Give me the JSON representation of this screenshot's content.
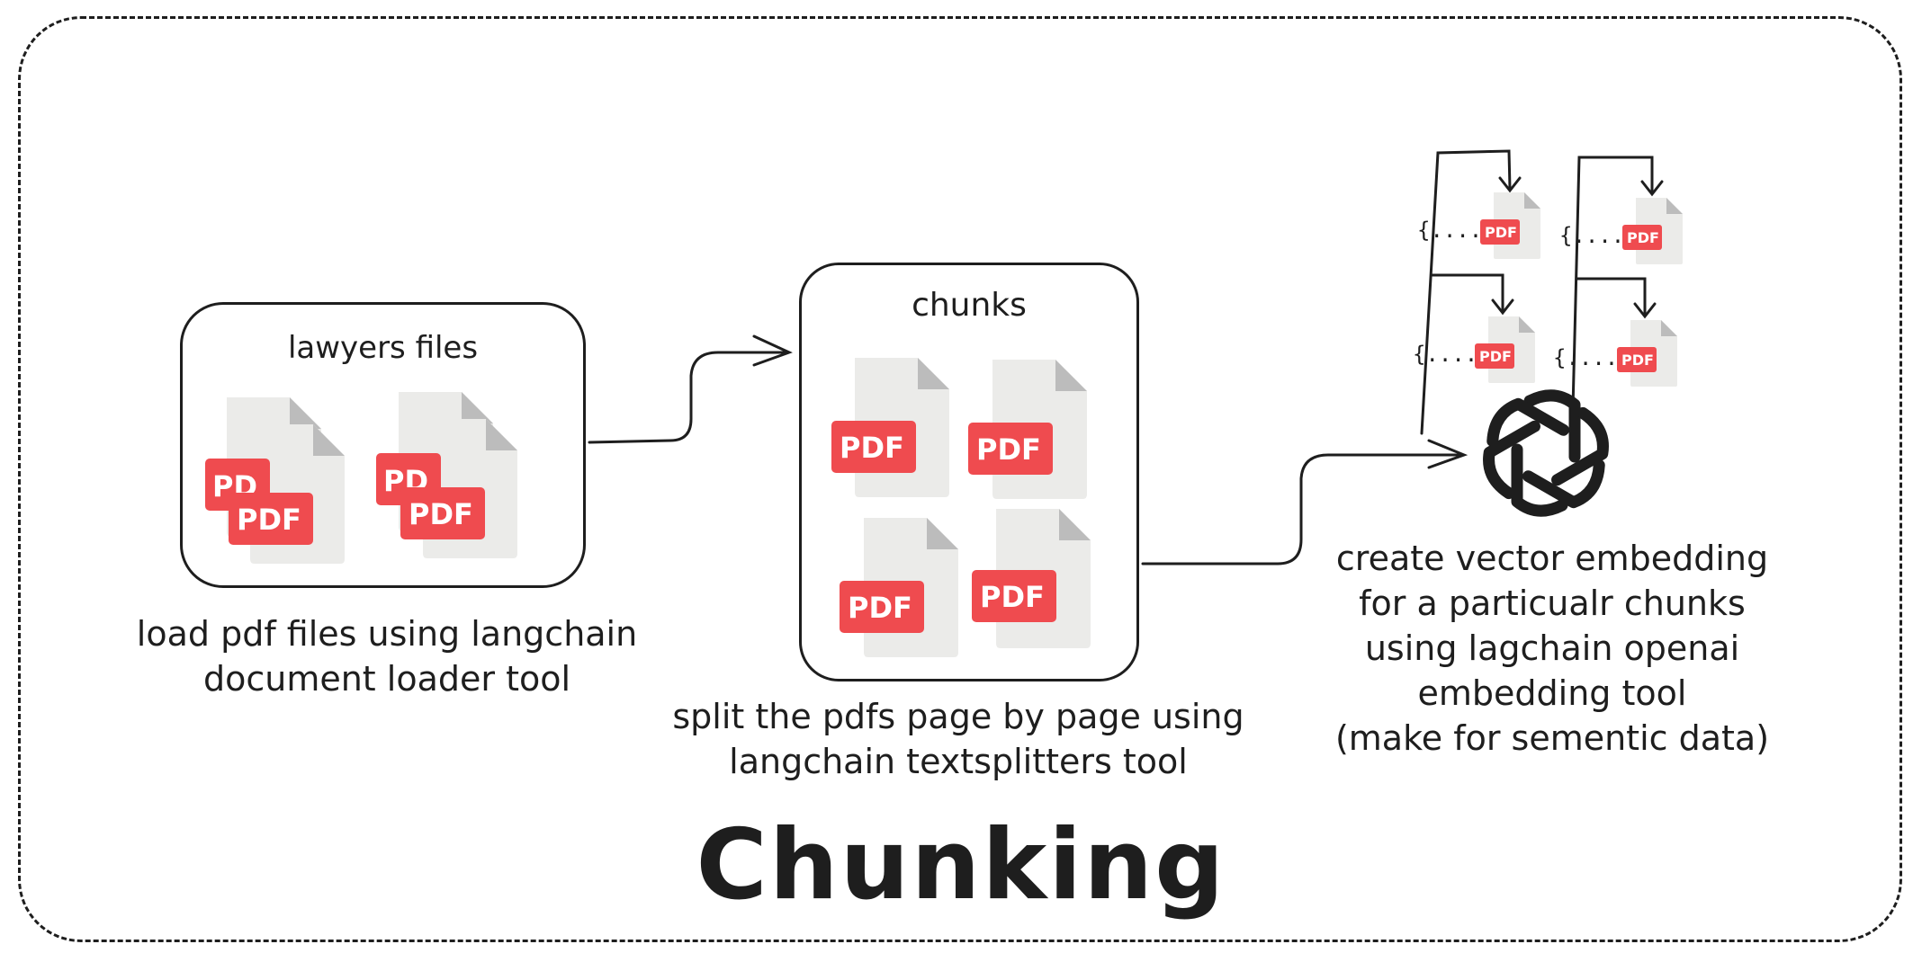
{
  "title": "Chunking",
  "loader": {
    "box_title": "lawyers files",
    "caption_lines": [
      "load pdf files using langchain",
      "document loader tool"
    ],
    "file_icons": [
      {
        "badge_visible": "PD",
        "badge_front": "PDF"
      },
      {
        "badge_visible": "PD",
        "badge_front": "PDF"
      }
    ]
  },
  "splitter": {
    "box_title": "chunks",
    "caption_lines": [
      "split the pdfs page by page using",
      "langchain textsplitters tool"
    ],
    "file_icons": [
      {
        "badge": "PDF"
      },
      {
        "badge": "PDF"
      },
      {
        "badge": "PDF"
      },
      {
        "badge": "PDF"
      }
    ]
  },
  "embedding": {
    "caption_lines": [
      "create vector embedding",
      "for a particualr chunks",
      "using lagchain openai",
      "embedding tool",
      "(make for sementic data)"
    ],
    "vectors": [
      {
        "json": "{.....}",
        "badge": "PDF"
      },
      {
        "json": "{.....}",
        "badge": "PDF"
      },
      {
        "json": "{.....}",
        "badge": "PDF"
      },
      {
        "json": "{.....}",
        "badge": "PDF"
      }
    ],
    "logo_icon": "openai-logo-icon"
  },
  "colors": {
    "pdf_badge": "#ef4b4f",
    "page_fill": "#ebebe9",
    "page_fold": "#bcbcbc",
    "stroke": "#1e1e1e"
  }
}
